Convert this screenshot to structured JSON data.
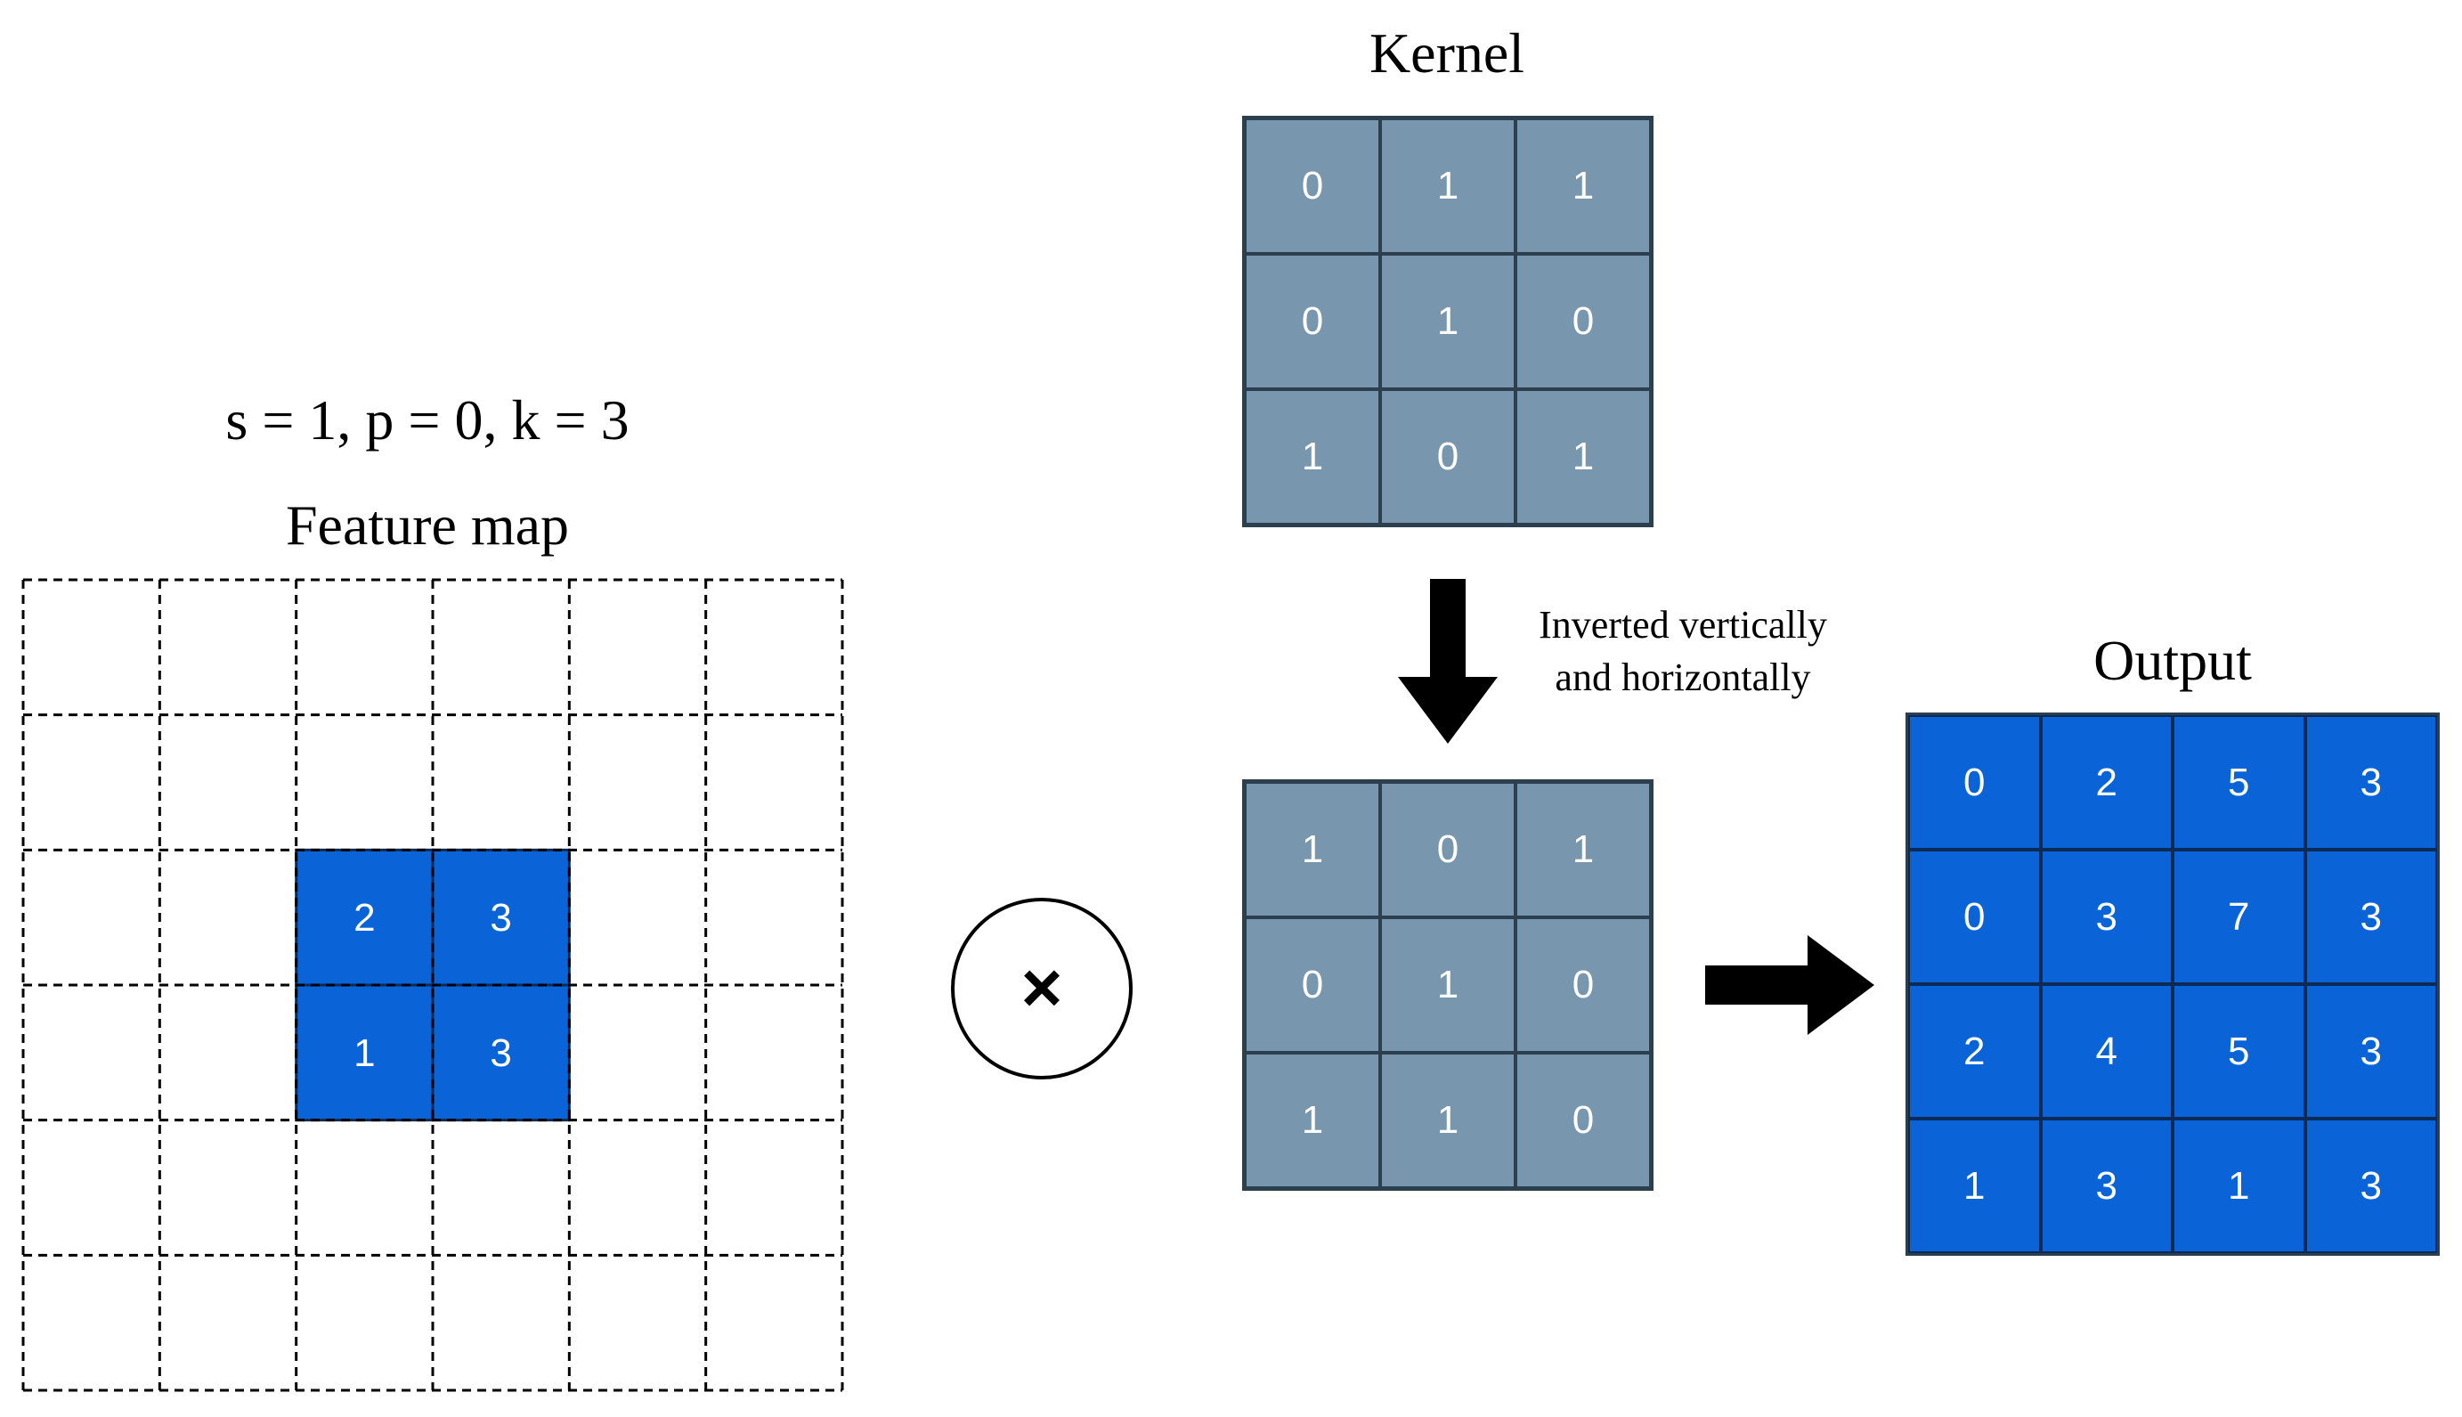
{
  "params_label": "s = 1, p = 0, k = 3",
  "feature_map": {
    "title": "Feature map",
    "rows": 6,
    "cols": 6,
    "highlight": [
      {
        "row": 2,
        "col": 2,
        "value": "2"
      },
      {
        "row": 2,
        "col": 3,
        "value": "3"
      },
      {
        "row": 3,
        "col": 2,
        "value": "1"
      },
      {
        "row": 3,
        "col": 3,
        "value": "3"
      }
    ]
  },
  "operator_symbol": "×",
  "kernel": {
    "title": "Kernel",
    "values": [
      [
        "0",
        "1",
        "1"
      ],
      [
        "0",
        "1",
        "0"
      ],
      [
        "1",
        "0",
        "1"
      ]
    ]
  },
  "flip_caption": [
    "Inverted vertically",
    "and horizontally"
  ],
  "flipped_kernel": {
    "values": [
      [
        "1",
        "0",
        "1"
      ],
      [
        "0",
        "1",
        "0"
      ],
      [
        "1",
        "1",
        "0"
      ]
    ]
  },
  "output": {
    "title": "Output",
    "values": [
      [
        "0",
        "2",
        "5",
        "3"
      ],
      [
        "0",
        "3",
        "7",
        "3"
      ],
      [
        "2",
        "4",
        "5",
        "3"
      ],
      [
        "1",
        "3",
        "1",
        "3"
      ]
    ]
  },
  "colors": {
    "kernel_fill": "#7896ae",
    "output_fill": "#0a64d8",
    "arrow": "#000000"
  },
  "icons": {
    "down_arrow": "arrow-down-icon",
    "right_arrow": "arrow-right-icon",
    "operator": "multiply-circle-icon"
  }
}
